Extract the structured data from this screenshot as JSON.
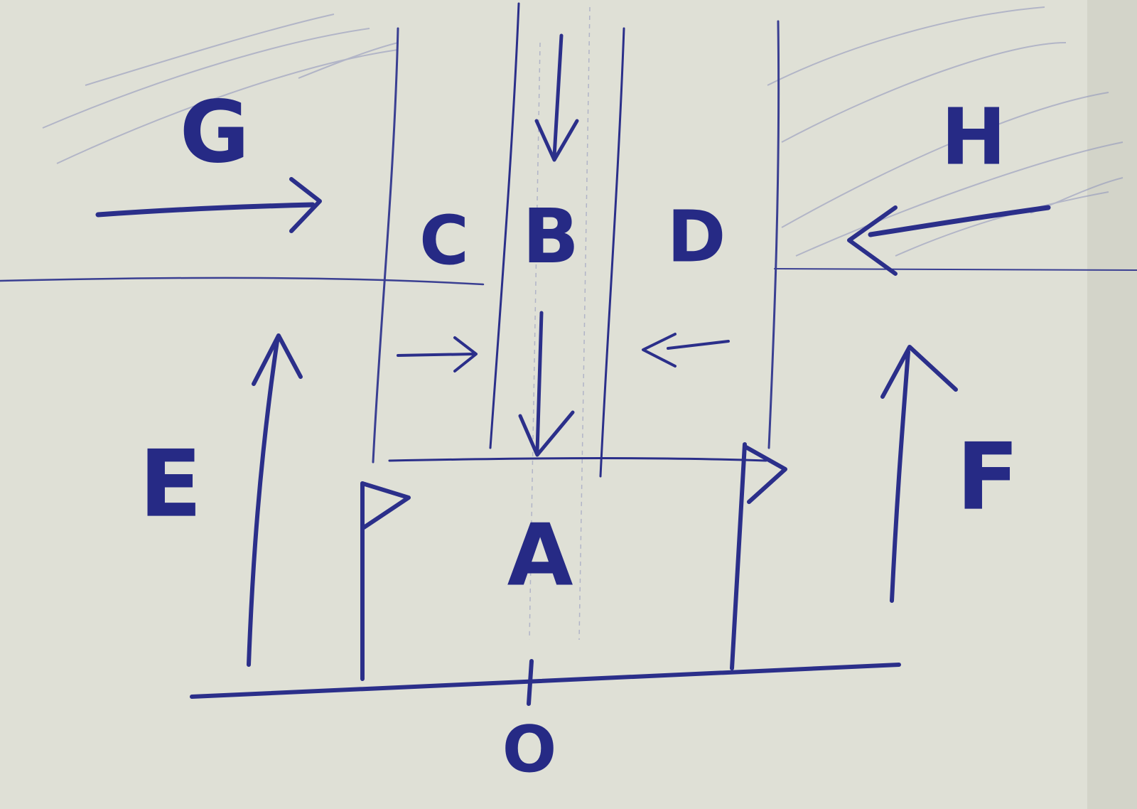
{
  "labels": {
    "A": "A",
    "B": "B",
    "C": "C",
    "D": "D",
    "E": "E",
    "F": "F",
    "G": "G",
    "H": "H",
    "O": "O"
  },
  "colors": {
    "paper": "#dfe0d6",
    "ink": "#2b2f8a"
  }
}
